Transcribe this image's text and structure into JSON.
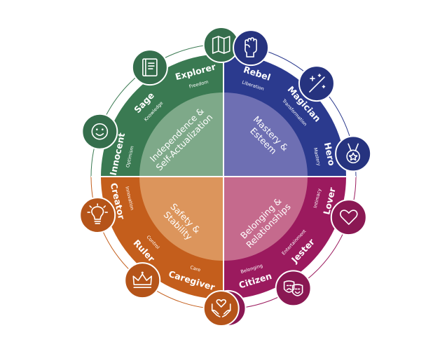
{
  "colors": {
    "green": "#3a7a52",
    "blue": "#2b3a8e",
    "magenta": "#9b1a5e",
    "orange": "#c45e1c",
    "green_inner": "#7ea989",
    "blue_inner": "#6e6fb3",
    "magenta_inner": "#c56a8d",
    "orange_inner": "#dc955c",
    "green_icon": "#356e4c",
    "blue_icon": "#26337f",
    "magenta_icon": "#8a1853",
    "orange_icon": "#b55419"
  },
  "quadrants": [
    {
      "key": "green",
      "theme_lines": [
        "Independence &",
        "Self-Actualization"
      ]
    },
    {
      "key": "blue",
      "theme_lines": [
        "Mastery &",
        "Esteem"
      ]
    },
    {
      "key": "magenta",
      "theme_lines": [
        "Belonging &",
        "Relationships"
      ]
    },
    {
      "key": "orange",
      "theme_lines": [
        "Safety &",
        "Stability"
      ]
    }
  ],
  "archetypes": [
    {
      "name": "Explorer",
      "trait": "Freedom",
      "icon": "map-icon",
      "color": "green"
    },
    {
      "name": "Sage",
      "trait": "Knowledge",
      "icon": "book-icon",
      "color": "green"
    },
    {
      "name": "Innocent",
      "trait": "Optimism",
      "icon": "smiley-icon",
      "color": "green"
    },
    {
      "name": "Rebel",
      "trait": "Liberation",
      "icon": "fist-icon",
      "color": "blue"
    },
    {
      "name": "Magician",
      "trait": "Transformation",
      "icon": "magic-wand-icon",
      "color": "blue"
    },
    {
      "name": "Hero",
      "trait": "Mastery",
      "icon": "medal-icon",
      "color": "blue"
    },
    {
      "name": "Lover",
      "trait": "Intimacy",
      "icon": "heart-icon",
      "color": "magenta"
    },
    {
      "name": "Jester",
      "trait": "Entertainment",
      "icon": "theater-masks-icon",
      "color": "magenta"
    },
    {
      "name": "Citizen",
      "trait": "Belonging",
      "icon": "handshake-icon",
      "color": "magenta"
    },
    {
      "name": "Creator",
      "trait": "Innovation",
      "icon": "lightbulb-icon",
      "color": "orange"
    },
    {
      "name": "Ruler",
      "trait": "Control",
      "icon": "crown-icon",
      "color": "orange"
    },
    {
      "name": "Caregiver",
      "trait": "Care",
      "icon": "caring-hands-icon",
      "color": "orange"
    }
  ]
}
